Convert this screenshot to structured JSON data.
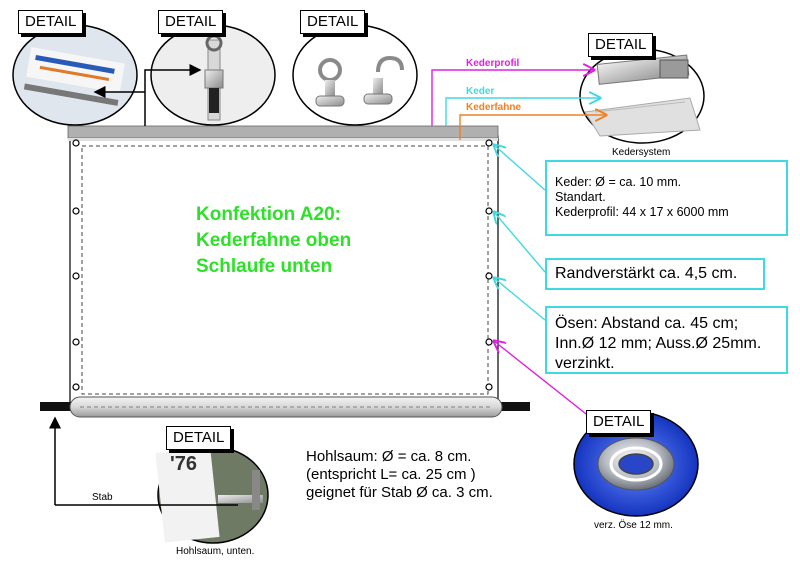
{
  "detail_label": "DETAIL",
  "banner_title": [
    "Konfektion A20:",
    "Kederfahne oben",
    "Schlaufe unten"
  ],
  "keder_labels": {
    "kederprofil": "Kederprofil",
    "keder": "Keder",
    "kederfahne": "Kederfahne"
  },
  "kedersystem_caption": "Kedersystem",
  "info_keder": [
    "Keder: Ø = ca. 10 mm.",
    "Standart.",
    "Kederprofil: 44 x 17 x 6000 mm"
  ],
  "info_rand": "Randverstärkt ca. 4,5 cm.",
  "info_oesen": [
    "Ösen: Abstand ca. 45 cm;",
    "Inn.Ø 12 mm; Auss.Ø 25mm.",
    "verzinkt."
  ],
  "hohlsaum_text": [
    "Hohlsaum: Ø = ca. 8 cm.",
    "(entspricht L= ca. 25 cm )",
    "geignet für Stab Ø ca.  3 cm."
  ],
  "stab_label": "Stab",
  "hohlsaum_caption": "Hohlsaum, unten.",
  "oese_caption": "verz. Öse 12 mm.",
  "colors": {
    "cyan": "#40d9e0",
    "magenta": "#e020e0",
    "orange": "#f08020",
    "green": "#2fe02a",
    "oese_blue": "#1a3fd0"
  }
}
